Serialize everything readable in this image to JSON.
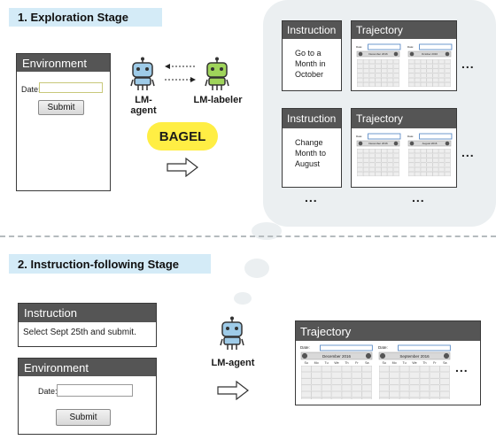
{
  "stage1": {
    "title": "1. Exploration Stage",
    "environment": {
      "title": "Environment",
      "date_label": "Date:",
      "submit_label": "Submit"
    },
    "agent_label": "LM-agent",
    "labeler_label": "LM-labeler",
    "method_badge": "BAGEL",
    "cards": [
      {
        "instruction_title": "Instruction",
        "instruction_text": "Go to a Month in October",
        "trajectory_title": "Trajectory",
        "cal_months": [
          "December 2016",
          "October 2016"
        ]
      },
      {
        "instruction_title": "Instruction",
        "instruction_text": "Change Month to August",
        "trajectory_title": "Trajectory",
        "cal_months": [
          "December 2016",
          "August 2016"
        ]
      }
    ],
    "ellipsis": "...",
    "trajectory_date_label": "Date:"
  },
  "stage2": {
    "title": "2. Instruction-following Stage",
    "instruction": {
      "title": "Instruction",
      "text": "Select Sept 25th and submit."
    },
    "environment": {
      "title": "Environment",
      "date_label": "Date:",
      "submit_label": "Submit"
    },
    "agent_label": "LM-agent",
    "trajectory": {
      "title": "Trajectory",
      "date_label": "Date:",
      "cal_months": [
        "December 2016",
        "September 2016"
      ],
      "weekdays": [
        "Su",
        "Mo",
        "Tu",
        "We",
        "Th",
        "Fr",
        "Sa"
      ]
    },
    "ellipsis": "..."
  },
  "colors": {
    "stage_label_bg": "#d4ebf7",
    "panel_header": "#555555",
    "agent_robot": "#9ecbe8",
    "labeler_robot": "#9fd45b",
    "badge": "#ffee44",
    "cloud": "#ebeff1"
  },
  "icons": [
    "robot-icon",
    "arrow-right-icon",
    "dashed-arrow-icon",
    "calendar-icon"
  ]
}
